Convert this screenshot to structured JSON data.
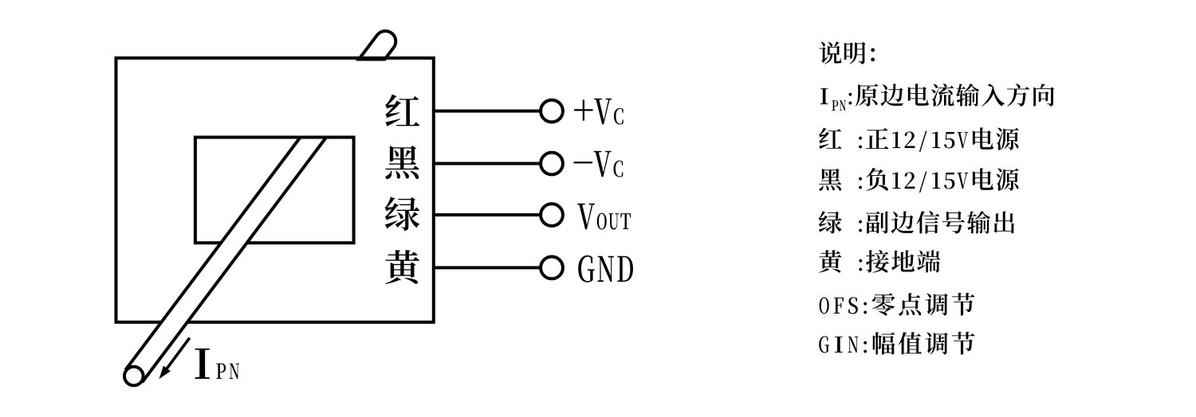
{
  "figure": {
    "type": "current-sensor wiring diagram",
    "background": "#ffffff",
    "ink": "#000000"
  },
  "sensor": {
    "wire_colors": [
      "红",
      "黑",
      "绿",
      "黄"
    ],
    "terminals": [
      {
        "main": "+V",
        "sub": "C"
      },
      {
        "main": "−V",
        "sub": "C"
      },
      {
        "main": "V",
        "sub": "OUT"
      },
      {
        "main": "GND",
        "sub": ""
      }
    ],
    "primary_current": {
      "symbol": "I",
      "subscript": "PN"
    }
  },
  "legend": {
    "title": "说明：",
    "items": [
      {
        "term": "I",
        "term_sub": "PN",
        "sep": ":",
        "desc": "原边电流输入方向"
      },
      {
        "term": "红",
        "term_sub": "",
        "sep": " :",
        "desc": "正12/15V电源"
      },
      {
        "term": "黑",
        "term_sub": "",
        "sep": " :",
        "desc": "负12/15V电源"
      },
      {
        "term": "绿",
        "term_sub": "",
        "sep": " :",
        "desc": "副边信号输出"
      },
      {
        "term": "黄",
        "term_sub": "",
        "sep": " :",
        "desc": "接地端"
      },
      {
        "term": "OFS",
        "term_sub": "",
        "sep": ":",
        "desc": "零点调节"
      },
      {
        "term": "GIN",
        "term_sub": "",
        "sep": ":",
        "desc": "幅值调节"
      }
    ]
  }
}
